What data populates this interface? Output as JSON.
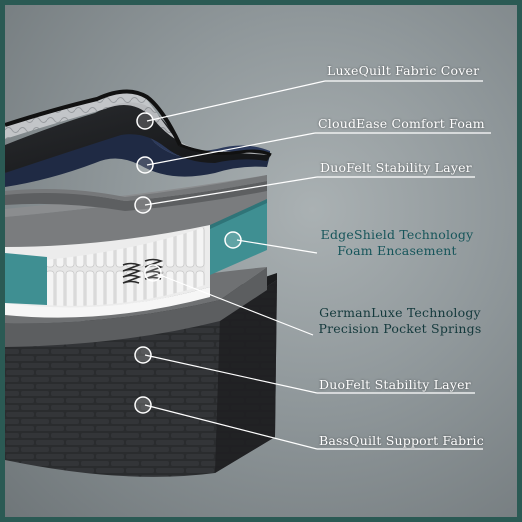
{
  "callouts": [
    {
      "id": "luxequilt",
      "text": "LuxeQuilt Fabric Cover"
    },
    {
      "id": "cloudease",
      "text": "CloudEase Comfort Foam"
    },
    {
      "id": "duofelt-top",
      "text": "DuoFelt Stability Layer"
    },
    {
      "id": "edgeshield",
      "line1": "EdgeShield Technology",
      "line2": "Foam Encasement"
    },
    {
      "id": "germanluxe",
      "line1": "GermanLuxe Technology",
      "line2": "Precision Pocket Springs"
    },
    {
      "id": "duofelt-bottom",
      "text": "DuoFelt Stability Layer"
    },
    {
      "id": "bassquilt",
      "text": "BassQuilt Support Fabric"
    }
  ],
  "colors": {
    "frame": "#2b5a54",
    "edge_foam": "#3f8f92",
    "label_white": "#ffffff",
    "label_teal": "#16555a"
  }
}
